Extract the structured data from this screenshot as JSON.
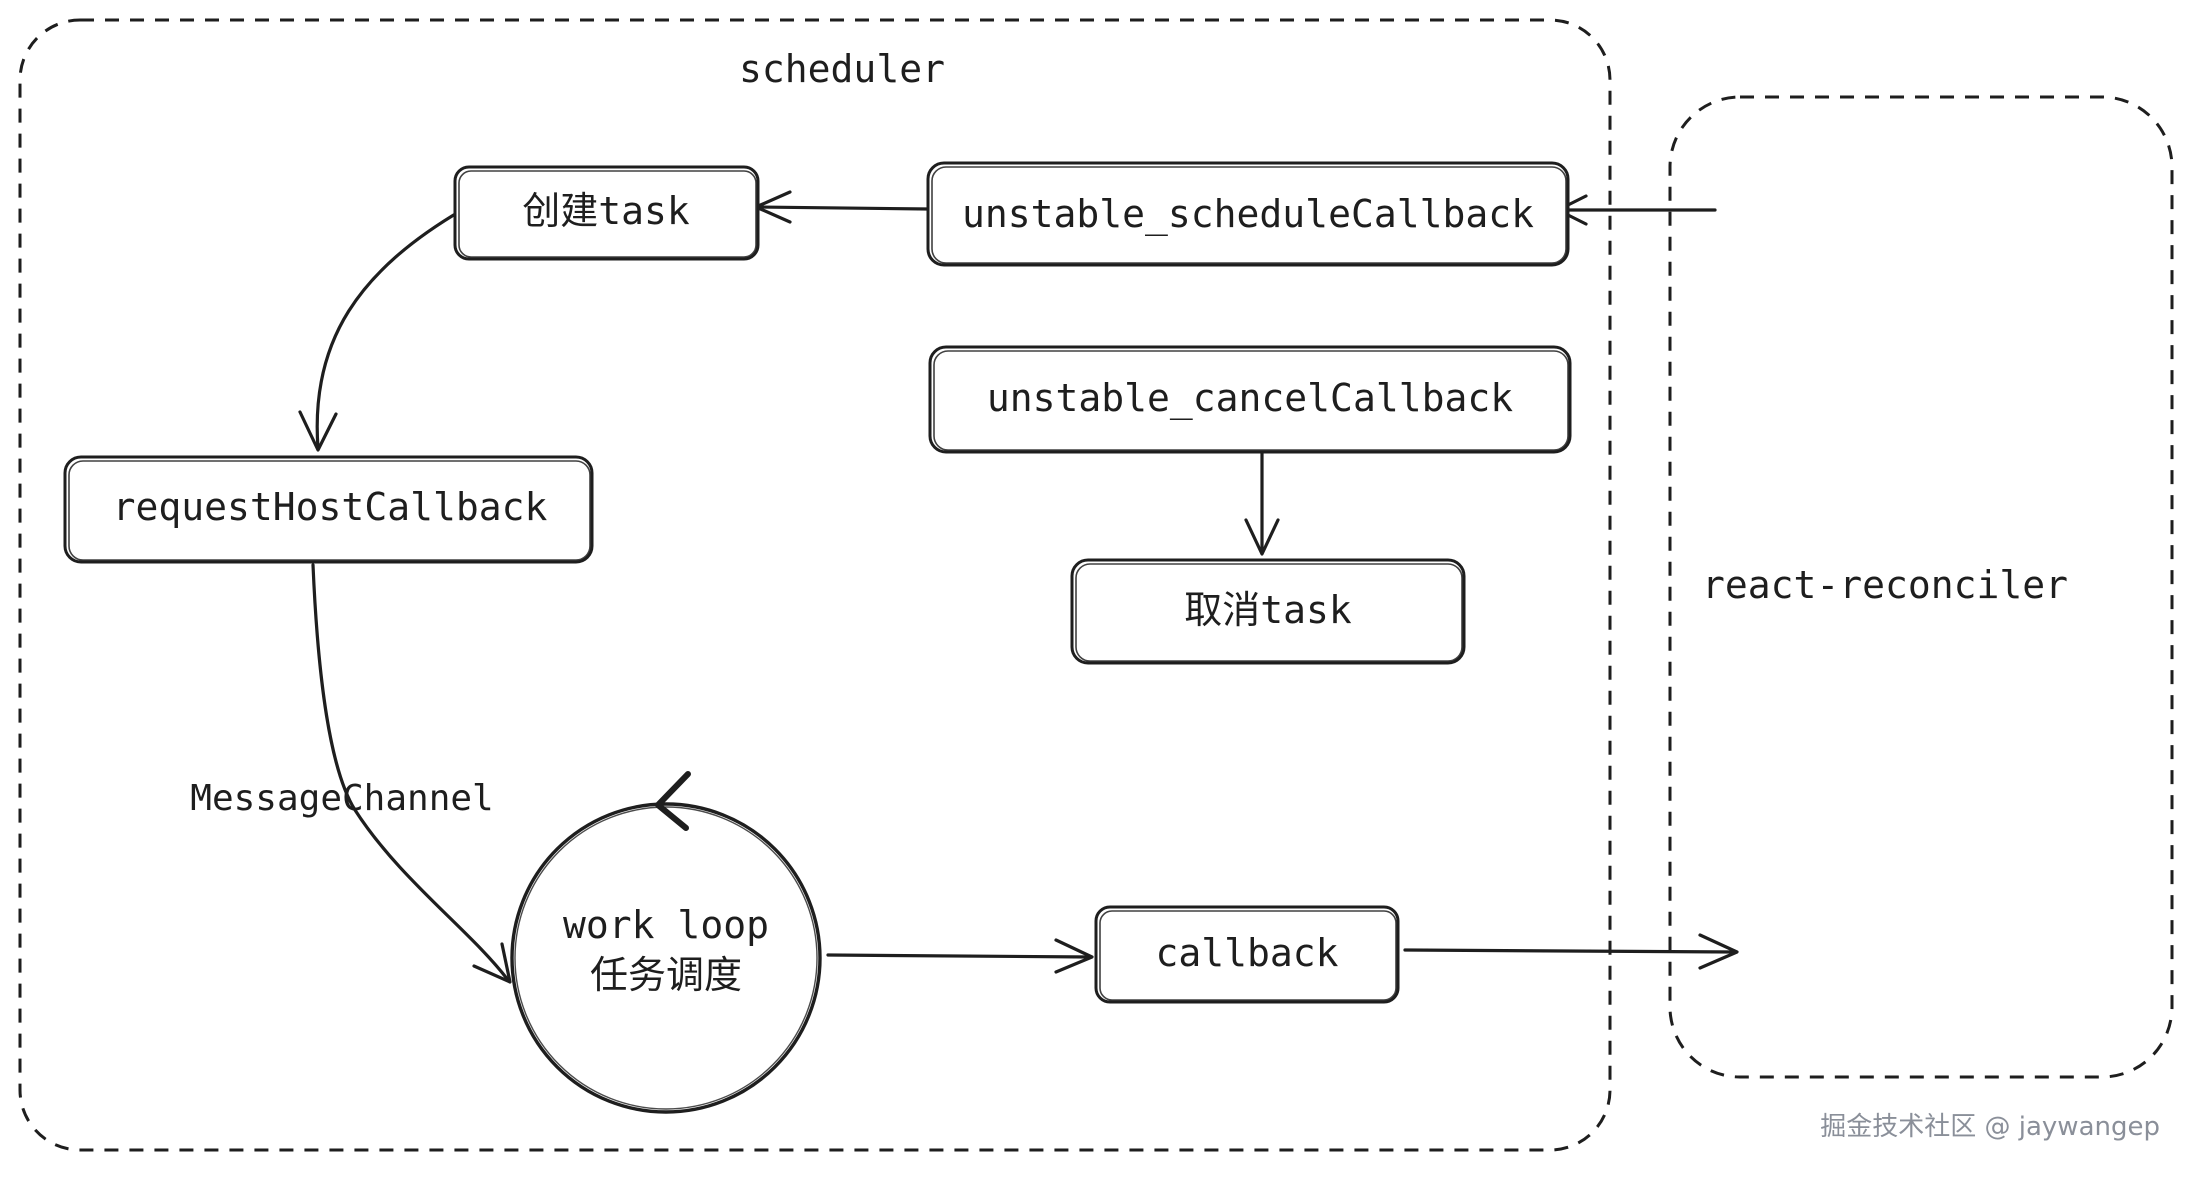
{
  "groups": {
    "scheduler": {
      "label": "scheduler"
    },
    "reconciler": {
      "label": "react-reconciler"
    }
  },
  "nodes": {
    "create_task": {
      "label": "创建task"
    },
    "schedule_callback": {
      "label": "unstable_scheduleCallback"
    },
    "cancel_callback": {
      "label": "unstable_cancelCallback"
    },
    "cancel_task": {
      "label": "取消task"
    },
    "request_host_callback": {
      "label": "requestHostCallback"
    },
    "work_loop": {
      "line1": "work loop",
      "line2": "任务调度"
    },
    "callback": {
      "label": "callback"
    }
  },
  "edges": {
    "message_channel": {
      "label": "MessageChannel"
    }
  },
  "watermark": "掘金技术社区 @ jaywangep"
}
